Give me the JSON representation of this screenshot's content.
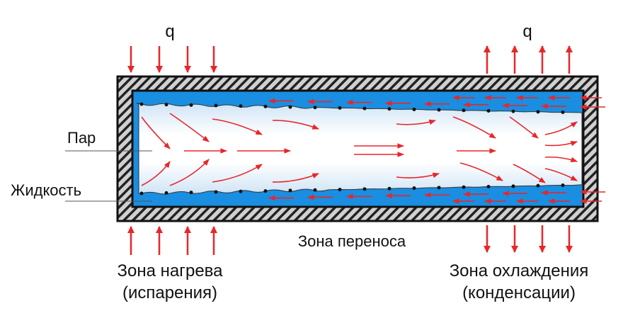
{
  "title": "Heat pipe operating principle",
  "labels": {
    "q_left": "q",
    "q_right": "q",
    "vapor": "Пар",
    "liquid": "Жидкость",
    "transport_zone": "Зона переноса",
    "heating_zone_line1": "Зона нагрева",
    "heating_zone_line2": "(испарения)",
    "cooling_zone_line1": "Зона охлаждения",
    "cooling_zone_line2": "(конденсации)"
  },
  "colors": {
    "arrow": "#e8262a",
    "liquid": "#1a8ee0",
    "wall": "#222222",
    "hatch": "#bdbdbd"
  }
}
